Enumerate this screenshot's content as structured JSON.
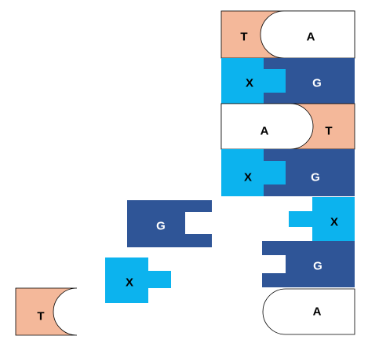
{
  "colors": {
    "T": "#f4b89a",
    "A": "#ffffff",
    "X": "#0cb3ee",
    "G": "#2f5597",
    "outline": "#000000",
    "label_dark": "#000000",
    "label_light": "#ffffff"
  },
  "blocks": {
    "row1_t": {
      "label": "T"
    },
    "row1_a": {
      "label": "A"
    },
    "row2_x": {
      "label": "X"
    },
    "row2_g": {
      "label": "G"
    },
    "row3_a": {
      "label": "A"
    },
    "row3_t": {
      "label": "T"
    },
    "row4_x": {
      "label": "X"
    },
    "row4_g": {
      "label": "G"
    },
    "free_g": {
      "label": "G"
    },
    "free_x_right": {
      "label": "X"
    },
    "free_g_right": {
      "label": "G"
    },
    "free_x_left": {
      "label": "X"
    },
    "free_t": {
      "label": "T"
    },
    "free_a": {
      "label": "A"
    }
  }
}
